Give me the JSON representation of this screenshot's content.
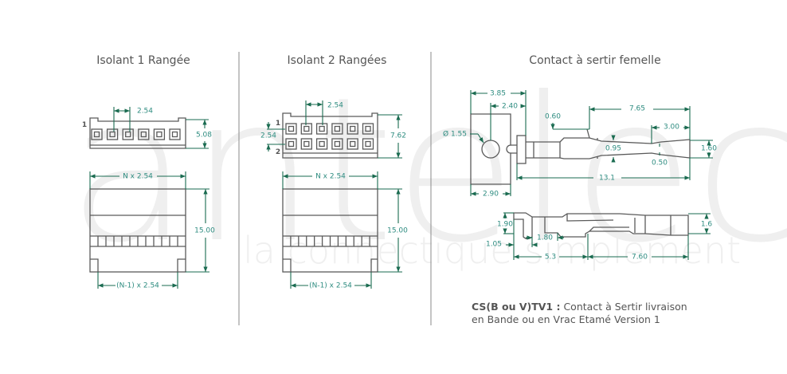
{
  "watermark": {
    "brand": "antelec",
    "tagline": "la connectique simplement"
  },
  "panels": {
    "one_row": {
      "title": "Isolant 1 Rangée",
      "pitch": "2.54",
      "height": "5.08",
      "pin_label": "1",
      "width": "N x 2.54",
      "length": "15.00",
      "span": "(N-1) x 2.54"
    },
    "two_rows": {
      "title": "Isolant 2 Rangées",
      "pitch": "2.54",
      "row_pitch": "2.54",
      "height": "7.62",
      "pin_label_1": "1",
      "pin_label_2": "2",
      "width": "N x 2.54",
      "length": "15.00",
      "span": "(N-1) x 2.54"
    },
    "contact": {
      "title": "Contact à sertir femelle",
      "dims": {
        "d385": "3.85",
        "d240": "2.40",
        "hole": "Ø 1.55",
        "d290": "2.90",
        "d765": "7.65",
        "d060": "0.60",
        "d300": "3.00",
        "d095": "0.95",
        "d160": "1.60",
        "d050": "0.50",
        "d131": "13.1",
        "d190": "1.90",
        "d16": "1.6",
        "d180": "1.80",
        "d105": "1.05",
        "d53": "5.3",
        "d760": "7.60"
      },
      "note_code": "CS(B ou V)TV1 :",
      "note_line1": " Contact à Sertir livraison",
      "note_line2": "en Bande ou en Vrac Etamé Version 1"
    }
  },
  "colors": {
    "dimension": "#1a6b50",
    "dimension_text": "#2e8c80",
    "outline": "#5a5a5a"
  }
}
